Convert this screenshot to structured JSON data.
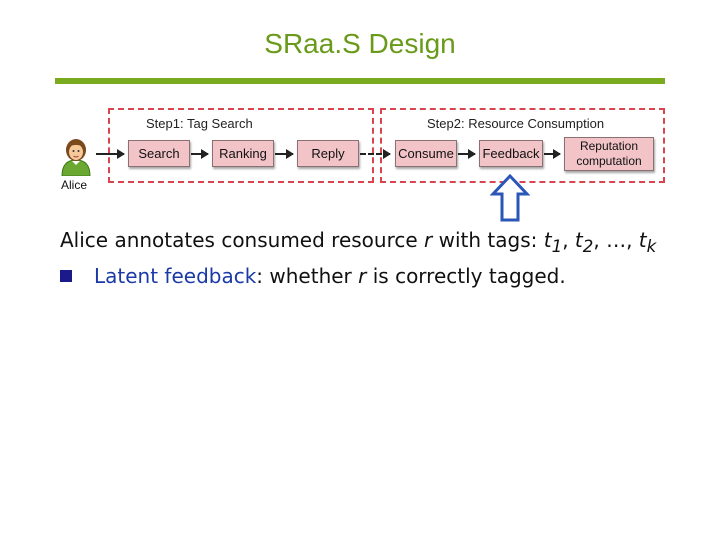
{
  "title": "SRaa.S Design",
  "diagram": {
    "step1_label": "Step1: Tag Search",
    "step2_label": "Step2: Resource Consumption",
    "nodes": [
      "Search",
      "Ranking",
      "Reply",
      "Consume",
      "Feedback",
      "Reputation computation"
    ],
    "actor": "Alice"
  },
  "body": {
    "sentence_prefix": "Alice annotates consumed resource ",
    "r": "r",
    "with_tags": " with tags: ",
    "t": "t",
    "sub1": "1",
    "sub2": "2",
    "subk": "k",
    "sep": ", ",
    "ellipsis": "…",
    "bullet_highlight": "Latent feedback",
    "bullet_rest_a": ": whether ",
    "bullet_r": "r",
    "bullet_rest_b": " is correctly tagged."
  },
  "colors": {
    "title": "#6a9a1a",
    "rule": "#7aaa1e",
    "box_fill": "#f2c4c8",
    "dashed_border": "#d8454f",
    "highlight": "#1a3aa6",
    "up_arrow": "#2a56b8"
  }
}
